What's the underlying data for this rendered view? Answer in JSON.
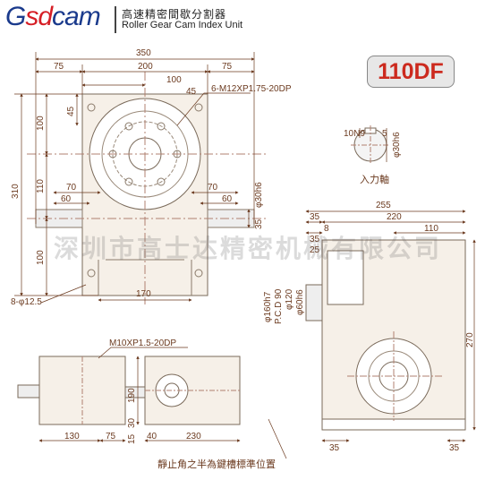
{
  "header": {
    "brand_g": "G",
    "brand_sd": "sd",
    "brand_cam": "cam",
    "title_cn": "高速精密間歇分割器",
    "title_en": "Roller Gear Cam Index Unit"
  },
  "model": "110DF",
  "watermark": "深圳市高士达精密机械有限公司",
  "front_view": {
    "dim_350": "350",
    "dim_75a": "75",
    "dim_200": "200",
    "dim_75b": "75",
    "dim_100_top": "100",
    "dim_45_top": "45",
    "callout_holes": "6-M12XP1.75-20DP",
    "dim_45_left": "45",
    "dim_100_left_a": "100",
    "dim_310": "310",
    "dim_110_left": "110",
    "dim_100_left_b": "100",
    "dim_70_left": "70",
    "dim_60_left": "60",
    "dim_70_right": "70",
    "dim_60_right": "60",
    "dim_phi30h6": "φ30h6",
    "dim_35_right": "35",
    "dim_170": "170",
    "callout_base_holes": "8-φ12.5"
  },
  "shaft_detail": {
    "dim_10N9": "10N9",
    "dim_5": "5",
    "dim_phi30h6": "φ30h6",
    "label_input_shaft": "入力軸"
  },
  "side_view": {
    "dim_255": "255",
    "dim_35": "35",
    "dim_220": "220",
    "dim_8": "8",
    "dim_110": "110",
    "dim_35b": "35",
    "dim_25": "25",
    "dim_phi160h7": "φ160h7",
    "dim_pcd": "P.C.D 90",
    "dim_phi120": "φ120",
    "dim_phi60h6": "φ60h6",
    "dim_270": "270",
    "dim_35_bottom": "35",
    "dim_35_right": "35"
  },
  "bottom_view": {
    "callout_tap": "M10XP1.5-20DP",
    "dim_130": "130",
    "dim_75": "75",
    "dim_190": "190",
    "dim_30": "30",
    "dim_15": "15",
    "dim_40": "40",
    "dim_230": "230",
    "note_cn": "靜止角之半為鍵槽標準位置"
  }
}
